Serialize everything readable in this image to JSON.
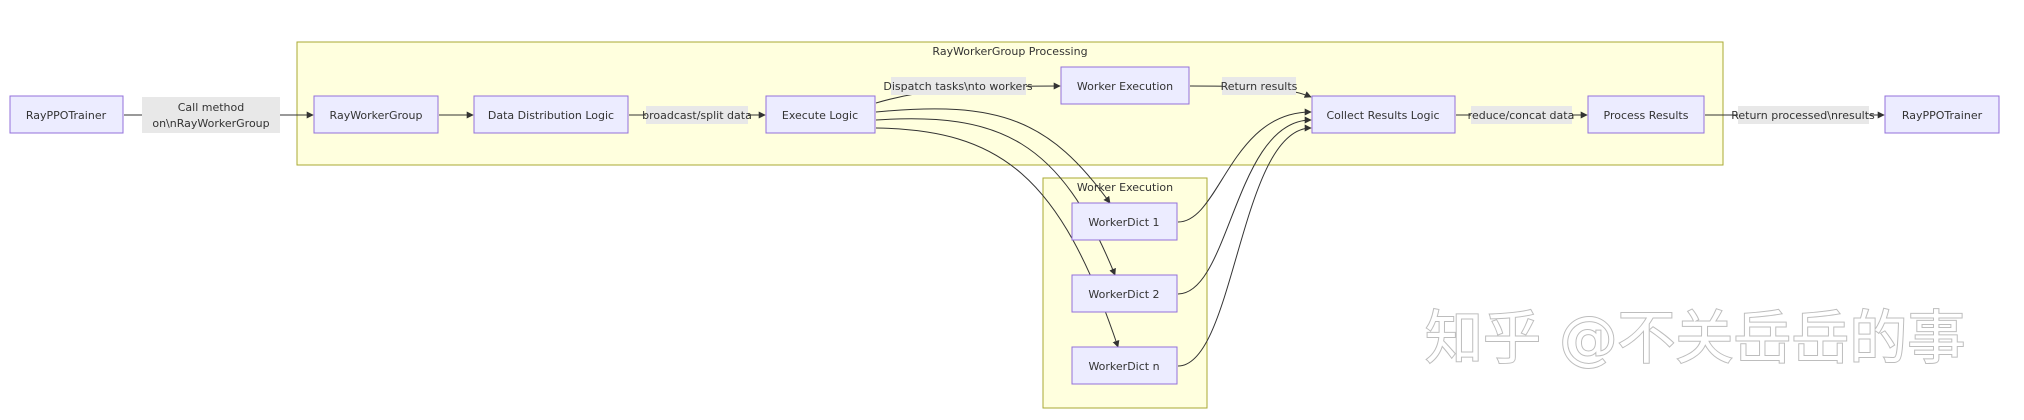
{
  "clusters": {
    "processing": "RayWorkerGroup Processing",
    "execution": "Worker Execution"
  },
  "nodes": {
    "trainer_in": "RayPPOTrainer",
    "worker_group": "RayWorkerGroup",
    "data_dist": "Data Distribution Logic",
    "execute": "Execute Logic",
    "worker_exec": "Worker Execution",
    "collect": "Collect Results Logic",
    "process": "Process Results",
    "trainer_out": "RayPPOTrainer",
    "wd1": "WorkerDict 1",
    "wd2": "WorkerDict 2",
    "wdn": "WorkerDict n"
  },
  "edge_labels": {
    "call_line1": "Call method",
    "call_line2": "on\\nRayWorkerGroup",
    "broadcast": "broadcast/split data",
    "dispatch": "Dispatch tasks\\nto workers",
    "return_results": "Return results",
    "reduce": "reduce/concat data",
    "return_processed": "Return processed\\nresults"
  },
  "watermark": "知乎 @不关岳岳的事",
  "colors": {
    "node_fill": "#ECECFF",
    "node_stroke": "#9370DB",
    "cluster_fill": "#FFFFDE",
    "cluster_stroke": "#AAAA33",
    "edge": "#333333",
    "label_bg": "#E8E8E8"
  }
}
